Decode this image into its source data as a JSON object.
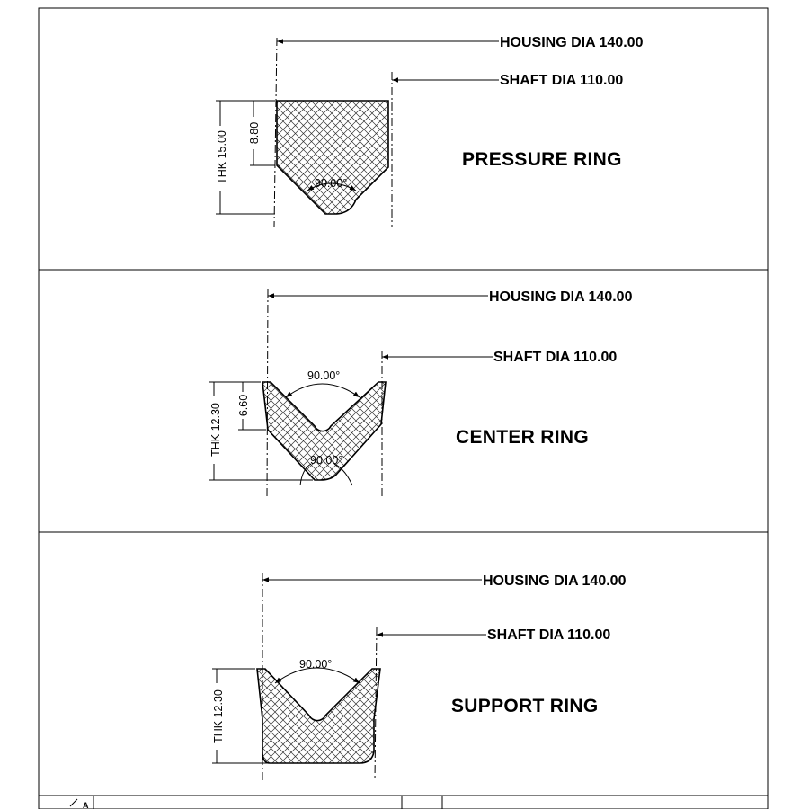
{
  "panels": [
    {
      "title": "PRESSURE RING",
      "housing": "HOUSING DIA 140.00",
      "shaft": "SHAFT DIA 110.00",
      "thk": "THK  15.00",
      "inner_dim": "8.80",
      "angle_1": "90.00°"
    },
    {
      "title": "CENTER RING",
      "housing": "HOUSING DIA 140.00",
      "shaft": "SHAFT DIA 110.00",
      "thk": "THK  12.30",
      "inner_dim": "6.60",
      "angle_1": "90.00°",
      "angle_2": "90.00°"
    },
    {
      "title": "SUPPORT RING",
      "housing": "HOUSING DIA 140.00",
      "shaft": "SHAFT DIA 110.00",
      "thk": "THK  12.30",
      "angle_1": "90.00°"
    }
  ],
  "title_block": {
    "rev_letter": "A"
  }
}
